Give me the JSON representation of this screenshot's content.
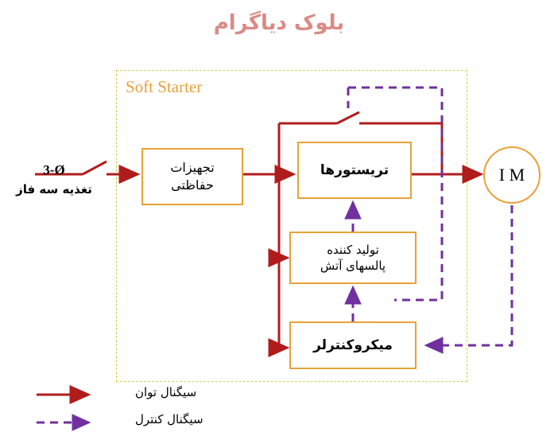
{
  "title": "بلوک دیاگرام",
  "region": {
    "label": "Soft Starter"
  },
  "blocks": {
    "protection": "تجهیزات\nحفاظتی",
    "protection_line1": "تجهیزات",
    "protection_line2": "حفاظتی",
    "thyristors": "تریستورها",
    "pulse_generator_line1": "تولید کننده",
    "pulse_generator_line2": "پالسهای آتش",
    "microcontroller": "میکروکنترلر",
    "motor": "I M"
  },
  "supply": {
    "phase": "3-Ø",
    "label": "تغذیه سه فاز"
  },
  "legend": [
    {
      "name": "power-signal",
      "label": "سیگنال توان",
      "color": "#b01c1c",
      "style": "solid"
    },
    {
      "name": "control-signal",
      "label": "سیگنال کنترل",
      "color": "#7030a0",
      "style": "dashed"
    }
  ],
  "colors": {
    "title": "#d98b86",
    "box_border": "#e8a13a",
    "region_border": "#d4d24a",
    "region_label": "#e8a13a",
    "power": "#b01c1c",
    "control": "#7030a0"
  }
}
